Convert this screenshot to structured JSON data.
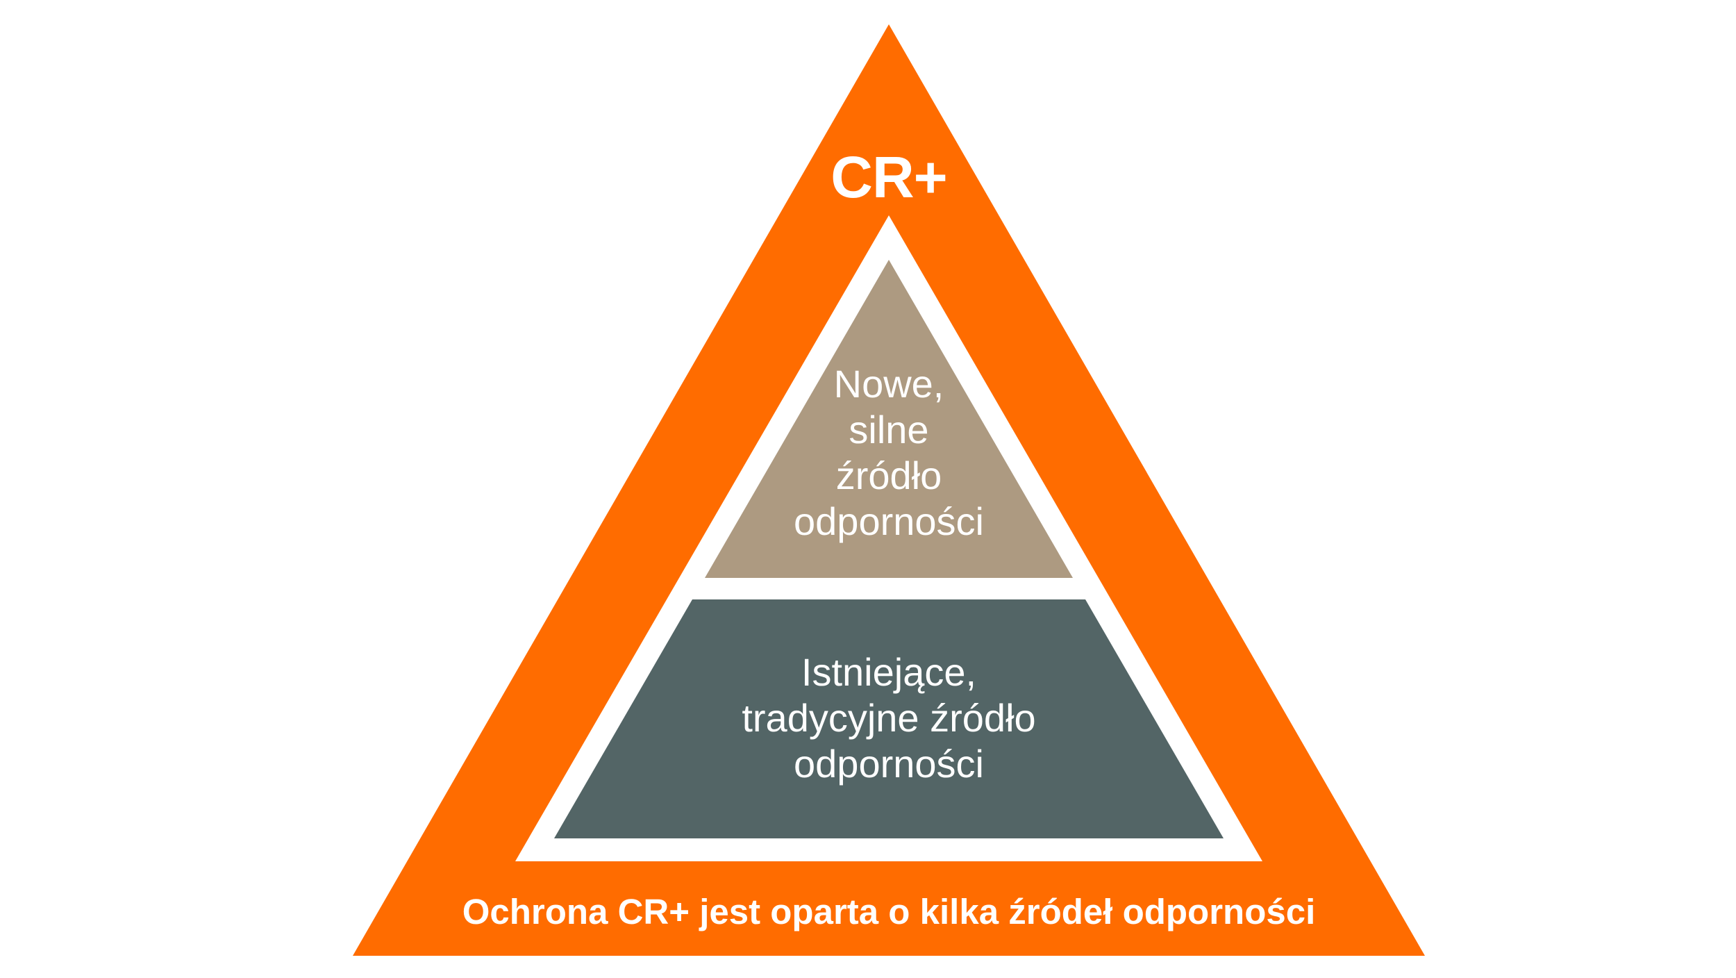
{
  "colors": {
    "outer": "#ff6c00",
    "gap": "#ffffff",
    "top_inner": "#ad9a81",
    "bottom_inner": "#536566",
    "text": "#ffffff"
  },
  "diagram": {
    "title": "CR+",
    "top_label": "Nowe,\nsilne\nźródło\nodporności",
    "bottom_label": "Istniejące,\ntradycyjne źródło\nodporności",
    "caption": "Ochrona CR+ jest oparta o kilka źródeł odporności"
  }
}
